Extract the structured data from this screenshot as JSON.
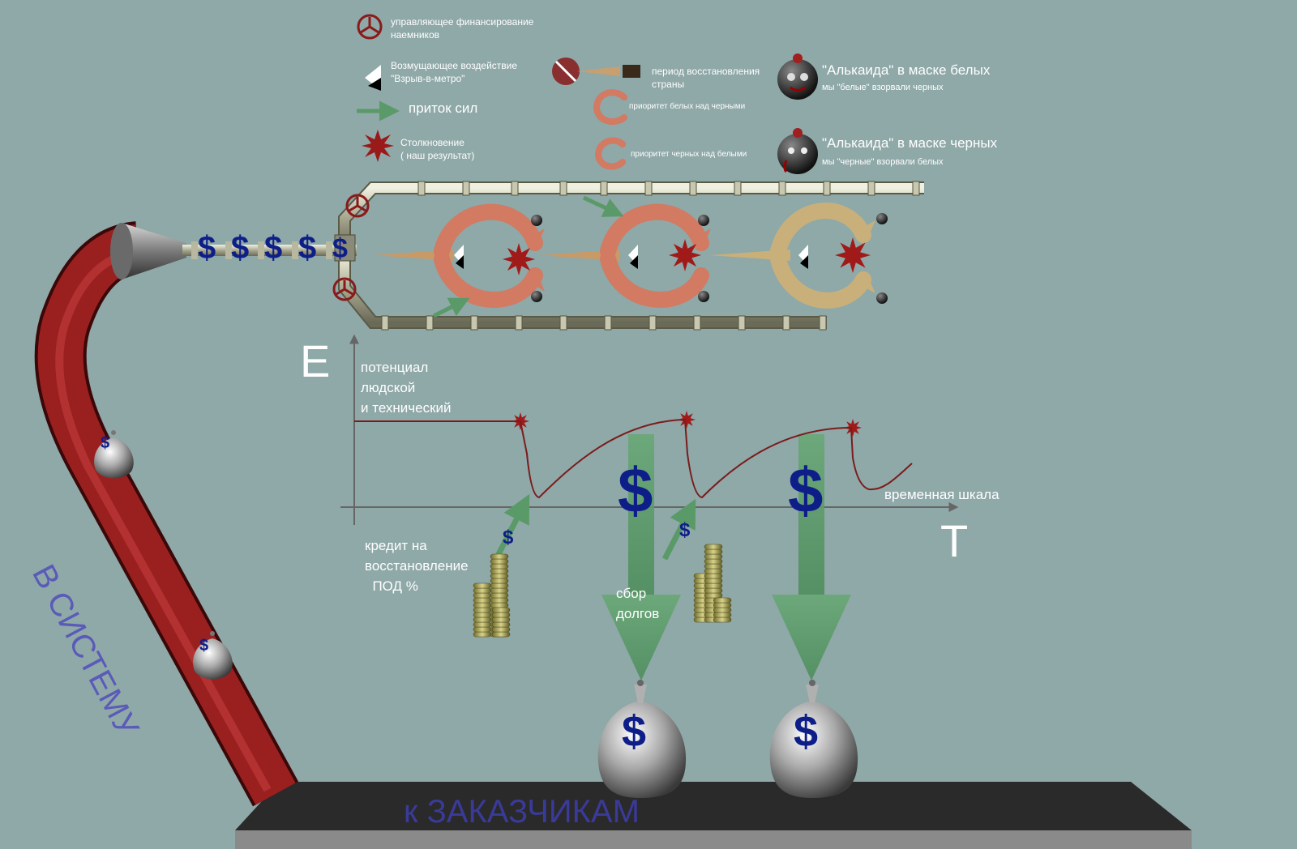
{
  "legend": {
    "valve_label": "управляющее финансирование\nнаемников",
    "disturbance_label": "Возмущающее воздействие\n\"Взрыв-в-метро\"",
    "inflow_label": "приток сил",
    "collision_label": "Столкновение\n( наш результат)",
    "recovery_label": "период восстановления\nстраны",
    "white_priority_label": "приоритет белых над черными",
    "black_priority_label": "приоритет черных над белыми",
    "alqaeda_white_title": "\"Алькаида\" в маске белых",
    "alqaeda_white_sub": "мы \"белые\" взорвали черных",
    "alqaeda_black_title": "\"Алькаида\" в маске черных",
    "alqaeda_black_sub": "мы \"черные\" взорвали белых"
  },
  "pipe": {
    "dollar_symbol": "$",
    "into_system_label": "В СИСТЕМУ",
    "to_customers_label": "к ЗАКАЗЧИКАМ"
  },
  "chart": {
    "y_axis_letter": "E",
    "x_axis_letter": "T",
    "y_label": "потенциал\nлюдской\nи технический",
    "x_label": "временная шкала",
    "credit_label": "кредит на\nвосстановление\n  ПОД %",
    "debt_label": "сбор\nдолгов"
  },
  "colors": {
    "background": "#8fa8a8",
    "pipe_red": "#8a1c1c",
    "curve_red": "#7a1c1c",
    "arrow_green": "#5a9a68",
    "dollar_blue": "#0e1e88",
    "platform": "#2e2e2e",
    "star_red": "#a01a1a"
  },
  "icons": [
    "valve-icon",
    "disturbance-icon",
    "inflow-arrow-icon",
    "collision-star-icon",
    "recovery-icon",
    "white-priority-icon",
    "black-priority-icon",
    "bomb-white-mask-icon",
    "bomb-black-mask-icon",
    "money-bag-icon",
    "coin-stack-icon"
  ]
}
